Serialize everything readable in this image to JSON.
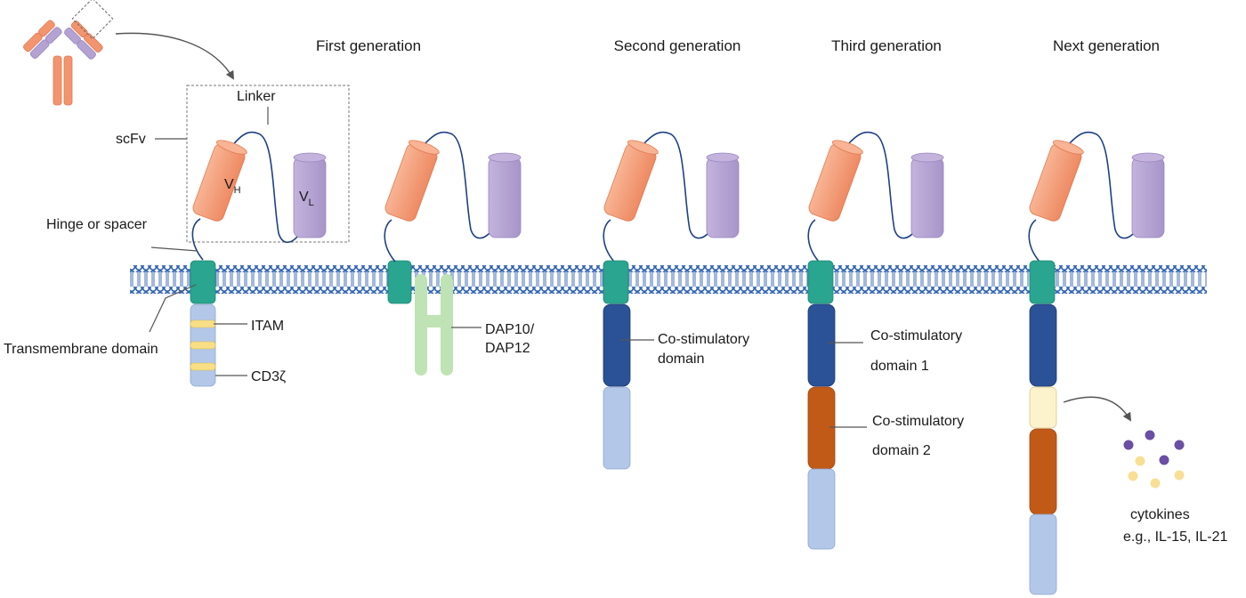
{
  "generations": [
    {
      "title": "First generation"
    },
    {
      "title": "Second generation"
    },
    {
      "title": "Third generation"
    },
    {
      "title": "Next generation"
    }
  ],
  "labels": {
    "linker": "Linker",
    "scfv": "scFv",
    "hinge": "Hinge or spacer",
    "transmembrane": "Transmembrane domain",
    "vh_main": "V",
    "vh_sub": "H",
    "vl_main": "V",
    "vl_sub": "L",
    "itam": "ITAM",
    "cd3z": "CD3ζ",
    "dap_line1": "DAP10/",
    "dap_line2": "DAP12",
    "costim_line1": "Co-stimulatory",
    "costim_line2": "domain",
    "costim1_line1": "Co-stimulatory",
    "costim1_line2": "domain 1",
    "costim2_line1": "Co-stimulatory",
    "costim2_line2": "domain 2",
    "cytokines_line1": "cytokines",
    "cytokines_line2": "e.g., IL-15, IL-21"
  },
  "colors": {
    "vh": "#f2956f",
    "vl": "#b4a2d2",
    "hinge_tm": "#2aa58f",
    "costim1": "#2b5196",
    "costim2": "#c25a17",
    "cd3z": "#b3c7e8",
    "itam": "#f8df86",
    "dap": "#bfe3b4",
    "cytokine_unit": "#fcf2cb",
    "membrane": "#2f62b0",
    "linker": "#1f3f86",
    "cyto_purple": "#6a4fa3",
    "cyto_yellow": "#f8df96"
  }
}
